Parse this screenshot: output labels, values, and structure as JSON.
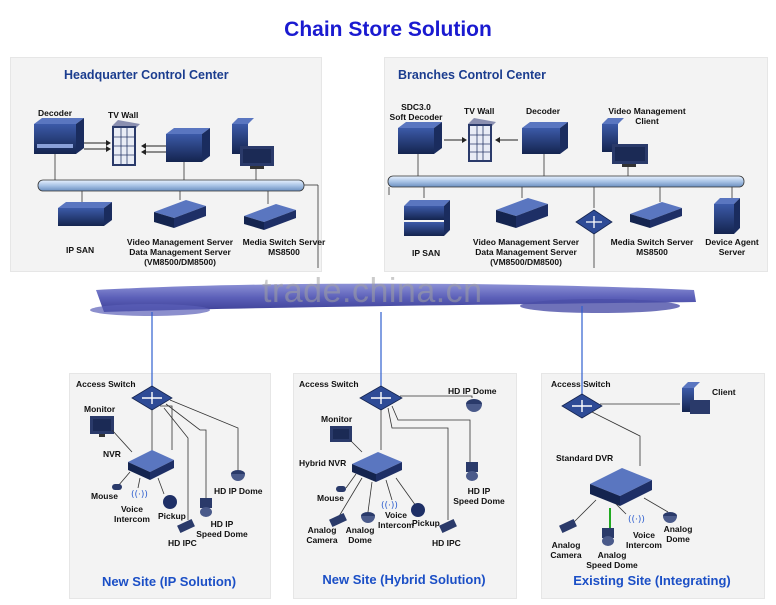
{
  "title": "Chain Store Solution",
  "watermark": "trade.china.cn",
  "colors": {
    "title": "#1a1ad0",
    "panel_title": "#1b3d8f",
    "site_title": "#1b4fc6",
    "network": "#5b5fb8",
    "device": "#1e2f66"
  },
  "hq": {
    "title": "Headquarter Control Center",
    "decoder": "Decoder",
    "tv_wall": "TV Wall",
    "ip_san": "IP SAN",
    "vms_1": "Video Management Server",
    "vms_2": "Data Management Server",
    "vms_3": "(VM8500/DM8500)",
    "mss_1": "Media Switch Server",
    "mss_2": "MS8500"
  },
  "branch": {
    "title": "Branches Control Center",
    "sdc_1": "SDC3.0",
    "sdc_2": "Soft Decoder",
    "tv_wall": "TV Wall",
    "decoder": "Decoder",
    "vmc_1": "Video Management",
    "vmc_2": "Client",
    "ip_san": "IP SAN",
    "vms_1": "Video Management Server",
    "vms_2": "Data Management Server",
    "vms_3": "(VM8500/DM8500)",
    "mss_1": "Media Switch Server",
    "mss_2": "MS8500",
    "das_1": "Device Agent",
    "das_2": "Server"
  },
  "site1": {
    "title": "New Site (IP Solution)",
    "access_switch": "Access Switch",
    "monitor": "Monitor",
    "nvr": "NVR",
    "mouse": "Mouse",
    "voice_1": "Voice",
    "voice_2": "Intercom",
    "pickup": "Pickup",
    "hd_ip_dome": "HD IP Dome",
    "speed_1": "HD IP",
    "speed_2": "Speed Dome",
    "hd_ipc": "HD IPC"
  },
  "site2": {
    "title": "New Site (Hybrid Solution)",
    "access_switch": "Access Switch",
    "hd_ip_dome": "HD IP Dome",
    "monitor": "Monitor",
    "hybrid_nvr": "Hybrid NVR",
    "mouse": "Mouse",
    "voice_1": "Voice",
    "voice_2": "Intercom",
    "pickup": "Pickup",
    "speed_1": "HD IP",
    "speed_2": "Speed Dome",
    "analog_cam_1": "Analog",
    "analog_cam_2": "Camera",
    "analog_dome_1": "Analog",
    "analog_dome_2": "Dome",
    "hd_ipc": "HD IPC"
  },
  "site3": {
    "title": "Existing Site (Integrating)",
    "access_switch": "Access Switch",
    "client": "Client",
    "standard_dvr": "Standard DVR",
    "analog_cam_1": "Analog",
    "analog_cam_2": "Camera",
    "analog_speed_1": "Analog",
    "analog_speed_2": "Speed Dome",
    "voice_1": "Voice",
    "voice_2": "Intercom",
    "analog_dome_1": "Analog",
    "analog_dome_2": "Dome"
  }
}
